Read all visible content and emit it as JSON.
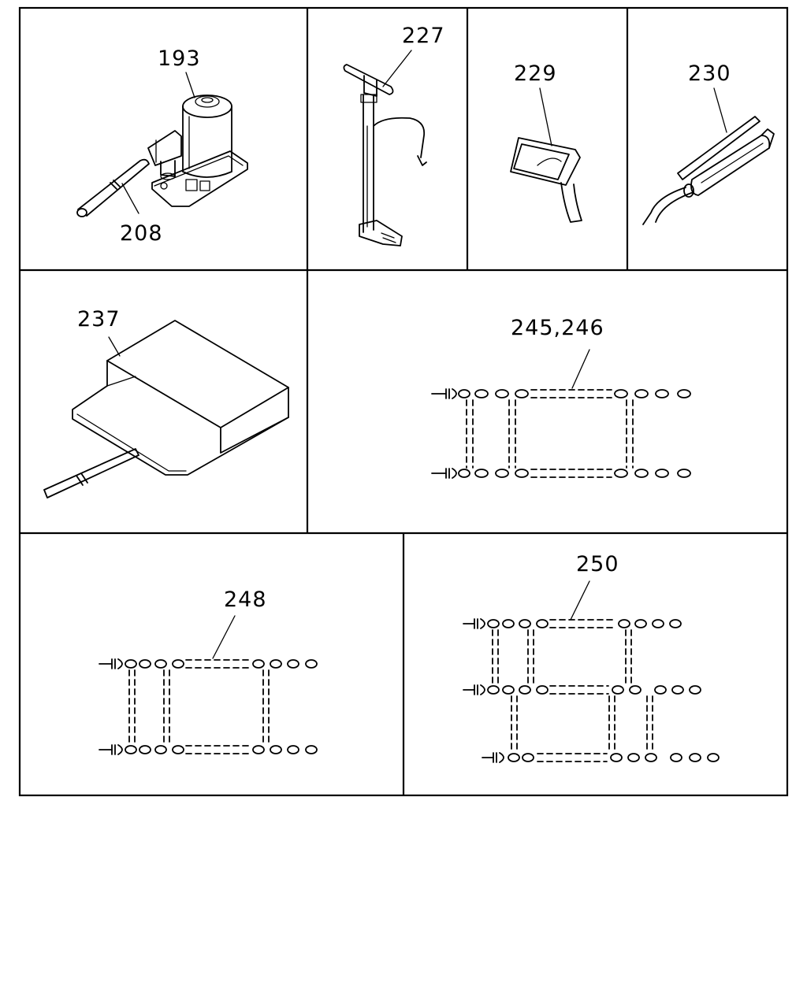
{
  "callouts": {
    "jack": "193",
    "jack_handle": "208",
    "pump": "227",
    "lamp": "229",
    "grease_gun": "230",
    "mat": "237",
    "chain_a": "245,246",
    "chain_b": "248",
    "chain_c": "250"
  }
}
